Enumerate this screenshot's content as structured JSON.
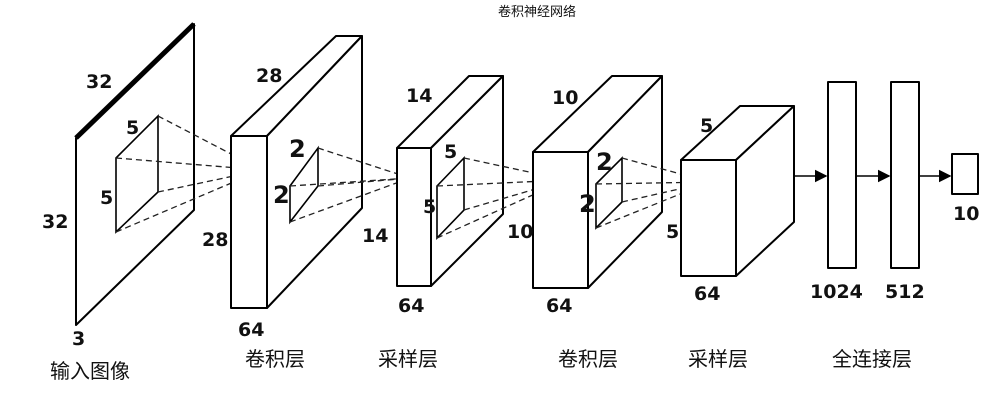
{
  "title": "卷积神经网络",
  "layers": {
    "input": {
      "caption": "输入图像",
      "top": "32",
      "left": "32",
      "depth": "3",
      "kernel_top": "5",
      "kernel_left": "5"
    },
    "conv1": {
      "caption": "卷积层",
      "top": "28",
      "left": "28",
      "depth": "64",
      "kernel_top": "2",
      "kernel_left": "2"
    },
    "pool1": {
      "caption": "采样层",
      "top": "14",
      "left": "14",
      "depth": "64",
      "kernel_top": "5",
      "kernel_left": "5"
    },
    "conv2": {
      "caption": "卷积层",
      "top": "10",
      "left": "10",
      "depth": "64",
      "kernel_top": "2",
      "kernel_left": "2"
    },
    "pool2": {
      "caption": "采样层",
      "top": "5",
      "left": "5",
      "depth": "64"
    },
    "fc": {
      "caption": "全连接层",
      "fc1": "1024",
      "fc2": "512",
      "output": "10"
    }
  }
}
